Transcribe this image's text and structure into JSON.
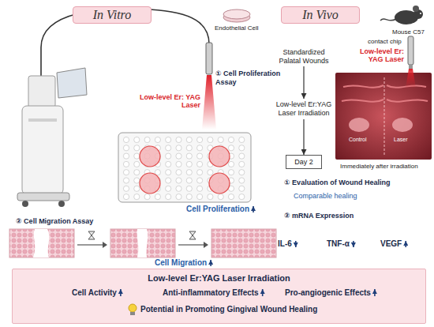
{
  "diagram": {
    "nodes": [
      {
        "text": [
          "In Vitro"
        ]
      },
      {
        "text": [
          "In Vivo"
        ]
      },
      {
        "text": [
          "Standardized Palatal Wounds"
        ]
      },
      {
        "text": [
          "Low-level Er:YAG Laser Irradiation"
        ]
      },
      {
        "text": [
          "Day 2"
        ]
      },
      {
        "text": [
          "Low-level Er:YAG Laser Irradiation",
          "Cell Activity",
          "Anti-inflammatory Effects",
          "Pro-angiogenic Effects",
          "Potential in Promoting Gingival Wound Healing"
        ]
      }
    ],
    "edges": [
      {
        "from": 2,
        "to": 3,
        "arrow": "to"
      },
      {
        "from": 3,
        "to": 4,
        "arrow": "to"
      }
    ],
    "labels": [
      "Endothelial Cell",
      "Mouse C57",
      "Low-level Er: YAG Laser",
      "① Cell Proliferation Assay",
      "Cell Proliferation",
      "② Cell Migration Assay",
      "Cell Migration",
      "contact chip",
      "Low-level Er: YAG Laser",
      "Control",
      "Laser",
      "Immediately after irradiation",
      "① Evaluation of Wound Healing",
      "Comparable healing",
      "② mRNA Expression",
      "IL-6",
      "TNF-α",
      "VEGF"
    ]
  }
}
